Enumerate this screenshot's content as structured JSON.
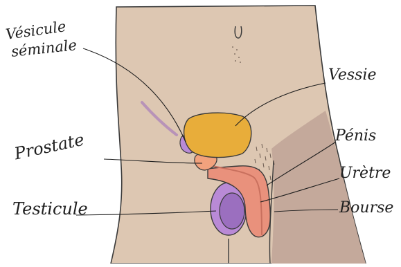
{
  "labels": {
    "vesicule_line1": "Vésicule",
    "vesicule_line2": "séminale",
    "vessie": "Vessie",
    "prostate": "Prostate",
    "penis": "Pénis",
    "urethre": "Urètre",
    "testicule": "Testicule",
    "bourse": "Bourse"
  },
  "colors": {
    "skin": "#ddc7b2",
    "skin_shadow": "#c4a99b",
    "vessie": "#e8ad3a",
    "prostate": "#f2a27d",
    "penis": "#e9917c",
    "testicule": "#9b6fbf",
    "vesicule": "#b98ad6",
    "leader_line": "#1f1f1f"
  }
}
